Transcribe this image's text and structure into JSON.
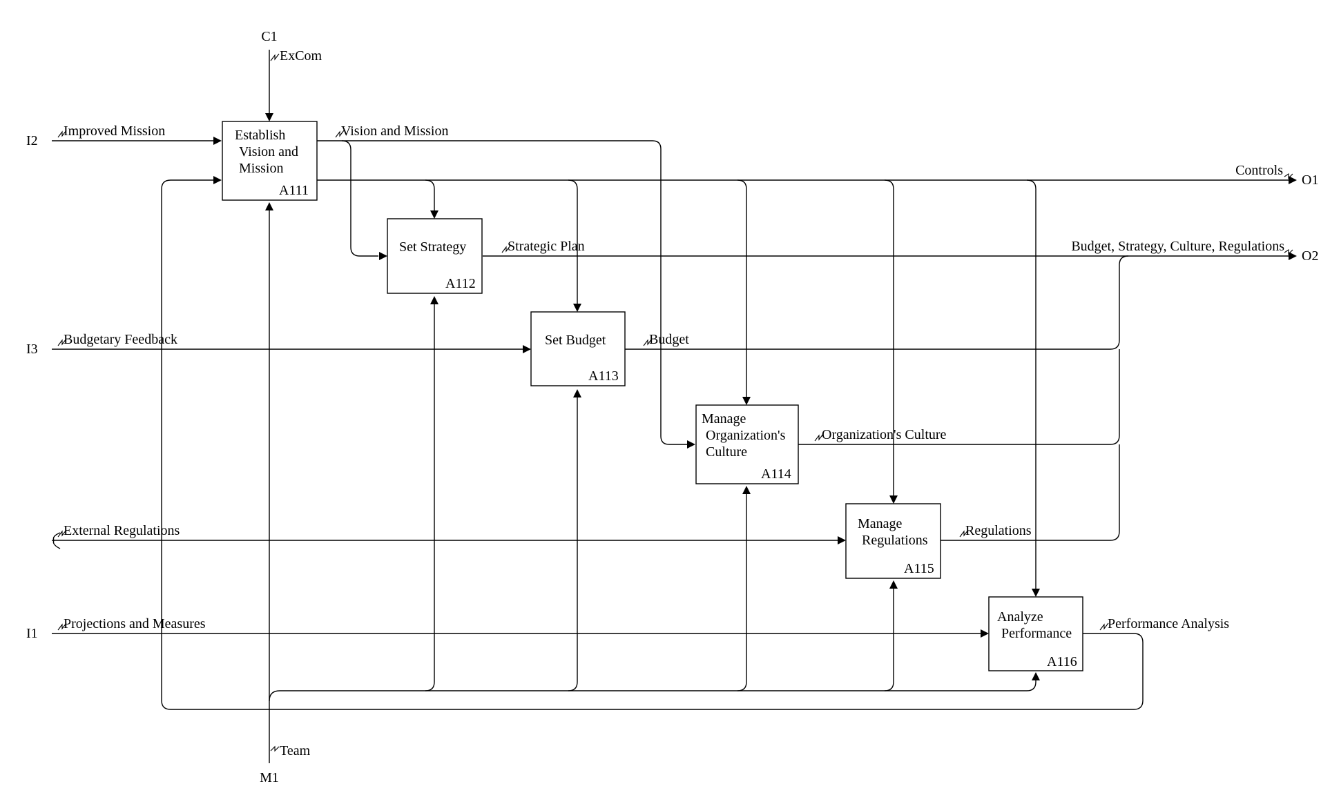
{
  "boxes": [
    {
      "key": "a111",
      "title_lines": [
        "Establish",
        "Vision and",
        "Mission"
      ],
      "id": "A111"
    },
    {
      "key": "a112",
      "title_lines": [
        "Set Strategy"
      ],
      "id": "A112"
    },
    {
      "key": "a113",
      "title_lines": [
        "Set Budget"
      ],
      "id": "A113"
    },
    {
      "key": "a114",
      "title_lines": [
        "Manage",
        "Organization's",
        "Culture"
      ],
      "id": "A114"
    },
    {
      "key": "a115",
      "title_lines": [
        "Manage",
        "Regulations"
      ],
      "id": "A115"
    },
    {
      "key": "a116",
      "title_lines": [
        "Analyze",
        "Performance"
      ],
      "id": "A116"
    }
  ],
  "boundary": {
    "c1": "C1",
    "i2": "I2",
    "i3": "I3",
    "i1": "I1",
    "o1": "O1",
    "o2": "O2",
    "m1": "M1"
  },
  "arrows": {
    "excom": "ExCom",
    "improved_mission": "Improved Mission",
    "vision_mission": "Vision and Mission",
    "controls": "Controls",
    "strategic_plan": "Strategic Plan",
    "budget_strategy": "Budget, Strategy, Culture, Regulations",
    "budgetary_feedback": "Budgetary Feedback",
    "budget": "Budget",
    "org_culture": "Organization's Culture",
    "external_regulations": "External Regulations",
    "regulations": "Regulations",
    "projections": "Projections and Measures",
    "performance_analysis": "Performance Analysis",
    "team": "Team"
  }
}
